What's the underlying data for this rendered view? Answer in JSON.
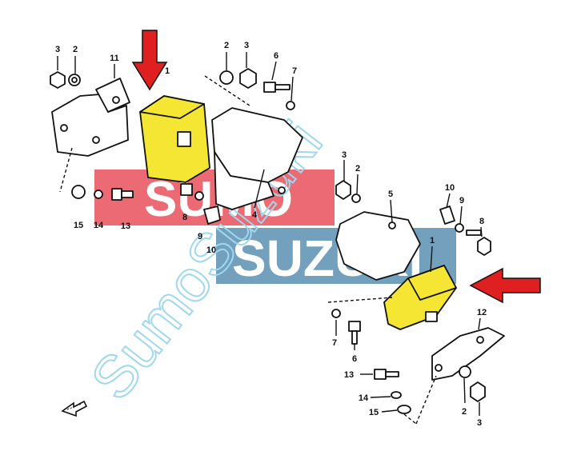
{
  "watermarks": {
    "red_banner": "SUMO",
    "blue_banner": "SUZUKI",
    "diagonal": "SumoSuzuki"
  },
  "colors": {
    "highlight_yellow": "#f5e633",
    "arrow_red": "#e02020",
    "red_banner": "#e8505a",
    "blue_banner": "#5a8fb0",
    "diagonal_text": "#9fd8ee"
  },
  "callouts": {
    "top_left": [
      "3",
      "2",
      "11",
      "1",
      "2",
      "3",
      "6",
      "7",
      "15",
      "14",
      "13",
      "8",
      "9",
      "10",
      "4"
    ],
    "bottom_right": [
      "3",
      "2",
      "5",
      "10",
      "9",
      "8",
      "1",
      "7",
      "6",
      "12",
      "13",
      "14",
      "15",
      "2",
      "3"
    ]
  },
  "icons": [
    "red-arrow-down-icon",
    "red-arrow-left-icon",
    "front-direction-arrow-icon"
  ]
}
